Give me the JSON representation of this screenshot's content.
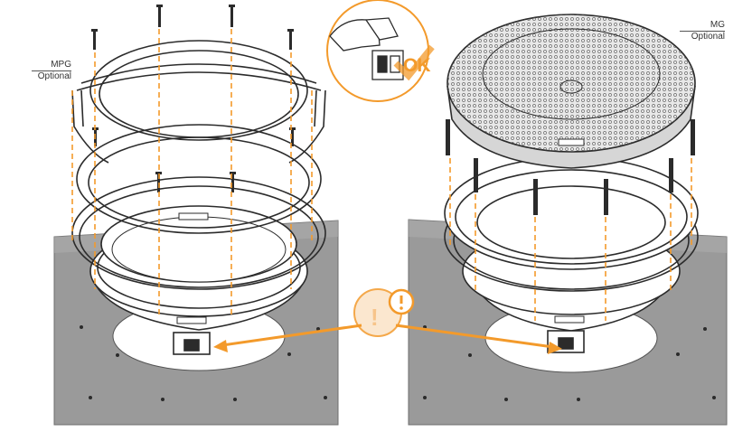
{
  "labels": {
    "mpg_title": "MPG",
    "mpg_sub": "Optional",
    "mg_title": "MG",
    "mg_sub": "Optional",
    "ok": "OK",
    "warning_symbol": "!"
  },
  "colors": {
    "accent_orange": "#f39a2b",
    "plate_gray": "#9a9a9a",
    "plate_edge": "#7d7d7d",
    "line_dark": "#2b2b2b",
    "grille_fill": "#e8e8e8"
  },
  "icons": [
    "screw-icon",
    "warning-icon",
    "ok-check-icon",
    "hand-icon"
  ]
}
